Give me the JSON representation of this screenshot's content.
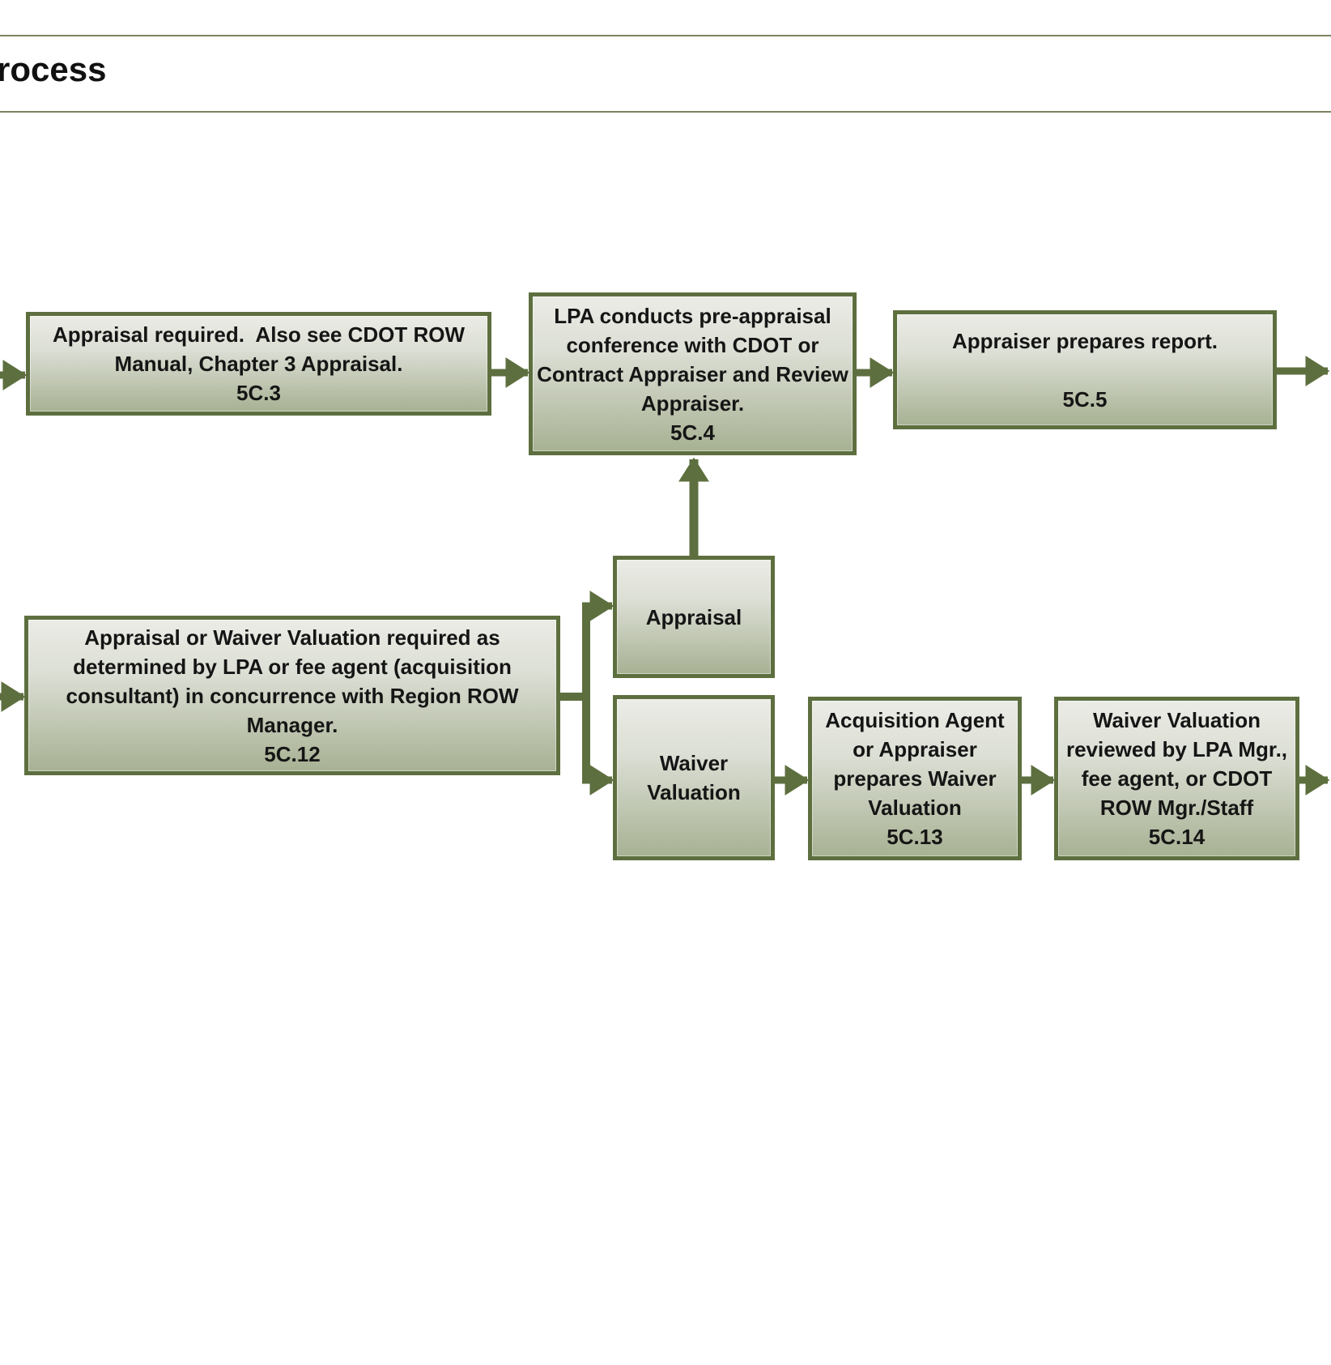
{
  "title": "rocess",
  "colors": {
    "box_border": "#5e6f3f",
    "arrow": "#5e6f3f",
    "box_fill_top": "#ebece6",
    "box_fill_bottom": "#a7b193",
    "header_rule": "#7d8360",
    "text": "#151515"
  },
  "boxes": {
    "appraisal_required": {
      "id": "5C.3",
      "lines": [
        "Appraisal required.  Also see CDOT ROW",
        "Manual, Chapter 3 Appraisal.",
        "5C.3"
      ]
    },
    "pre_appraisal_conference": {
      "id": "5C.4",
      "lines": [
        "LPA conducts pre-appraisal",
        "conference with CDOT or",
        "Contract Appraiser and Review",
        "Appraiser.",
        "5C.4"
      ]
    },
    "appraiser_prepares_report": {
      "id": "5C.5",
      "lines": [
        "Appraiser prepares report.",
        "",
        "5C.5"
      ]
    },
    "appraisal_or_waiver": {
      "id": "5C.12",
      "lines": [
        "Appraisal or Waiver Valuation required as",
        "determined by LPA or fee agent (acquisition",
        "consultant) in concurrence with Region ROW",
        "Manager.",
        "5C.12"
      ]
    },
    "appraisal_branch": {
      "lines": [
        "Appraisal"
      ]
    },
    "waiver_branch": {
      "lines": [
        "Waiver",
        "Valuation"
      ]
    },
    "prepares_waiver_valuation": {
      "id": "5C.13",
      "lines": [
        "Acquisition Agent",
        "or Appraiser",
        "prepares Waiver",
        "Valuation",
        "5C.13"
      ]
    },
    "waiver_valuation_reviewed": {
      "id": "5C.14",
      "lines": [
        "Waiver Valuation",
        "reviewed by LPA Mgr.,",
        "fee agent, or CDOT",
        "ROW Mgr./Staff",
        "5C.14"
      ]
    }
  }
}
